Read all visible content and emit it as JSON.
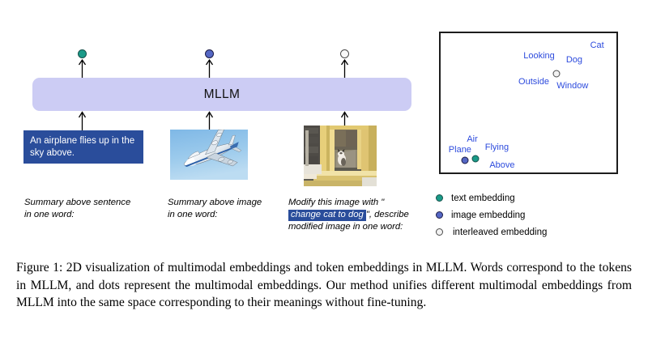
{
  "diagram": {
    "model_box_label": "MLLM",
    "model_box_color": "#ccccf4",
    "inputs": [
      {
        "kind": "text",
        "value": "An airplane flies up in the sky above.",
        "caption_lines": [
          "Summary above sentence",
          "in one word:"
        ],
        "output_dot": "text embedding",
        "output_dot_color": "#1a9a88"
      },
      {
        "kind": "image",
        "alt": "airplane-photo",
        "caption_lines": [
          "Summary above image",
          "in one word:"
        ],
        "output_dot": "image embedding",
        "output_dot_color": "#5567c4"
      },
      {
        "kind": "image",
        "alt": "cat-in-window-photo",
        "caption_prefix": "Modify this image with \"",
        "caption_highlight": "change cat to dog",
        "caption_middle": "\", describe",
        "caption_suffix": "modified image in one word:",
        "output_dot": "interleaved embedding",
        "output_dot_color": "#f2f2f2"
      }
    ]
  },
  "legend": {
    "items": [
      {
        "label": "text embedding",
        "color": "#1a9a88",
        "border": "#16524b"
      },
      {
        "label": "image embedding",
        "color": "#5567c4",
        "border": "#1b1b45"
      },
      {
        "label": "interleaved embedding",
        "color": "#f2f2f2",
        "border": "#4a4a4a"
      }
    ]
  },
  "chart_data": {
    "type": "scatter",
    "title": "",
    "xlabel": "",
    "ylabel": "",
    "xlim": [
      0,
      100
    ],
    "ylim": [
      0,
      100
    ],
    "grid": false,
    "axis_ticks": false,
    "frame": true,
    "word_color": "#2d4bdd",
    "word_tokens": [
      {
        "text": "Cat",
        "x": 89,
        "y": 91
      },
      {
        "text": "Looking",
        "x": 56,
        "y": 84
      },
      {
        "text": "Dog",
        "x": 76,
        "y": 81
      },
      {
        "text": "Outside",
        "x": 53,
        "y": 65
      },
      {
        "text": "Window",
        "x": 75,
        "y": 62
      },
      {
        "text": "Air",
        "x": 18,
        "y": 24
      },
      {
        "text": "Plane",
        "x": 11,
        "y": 16
      },
      {
        "text": "Flying",
        "x": 32,
        "y": 18
      },
      {
        "text": "Above",
        "x": 35,
        "y": 5
      }
    ],
    "points": [
      {
        "label": "interleaved embedding",
        "x": 66,
        "y": 71,
        "color": "#f2f2f2",
        "border": "#4a4a4a"
      },
      {
        "label": "image embedding",
        "x": 14,
        "y": 9,
        "color": "#5567c4",
        "border": "#1b1b45"
      },
      {
        "label": "text embedding",
        "x": 20,
        "y": 10,
        "color": "#1a9a88",
        "border": "#16524b"
      }
    ]
  },
  "figure": {
    "caption": "Figure 1: 2D visualization of multimodal embeddings and token embeddings in MLLM. Words correspond to the tokens in MLLM, and dots represent the multimodal embeddings. Our method unifies different multimodal embeddings from MLLM into the same space corresponding to their meanings without fine-tuning."
  }
}
